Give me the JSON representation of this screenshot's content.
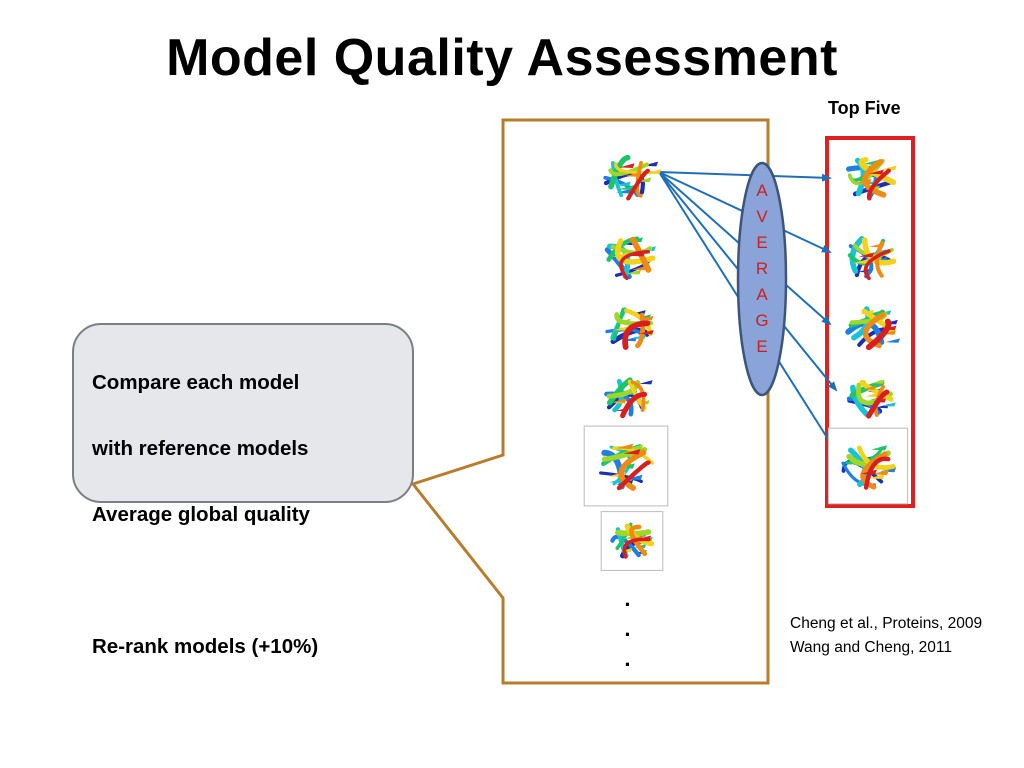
{
  "slide": {
    "title": "Model Quality Assessment",
    "top_five_label": "Top Five",
    "callout_lines": [
      "Compare each model",
      "with reference models",
      "Average global quality",
      "",
      "Re-rank models (+10%)"
    ],
    "average_letters": [
      "A",
      "V",
      "E",
      "R",
      "A",
      "G",
      "E"
    ],
    "ellipsis": [
      "·",
      "·",
      "·"
    ],
    "citations": [
      "Cheng et al., Proteins, 2009",
      "Wang and Cheng, 2011"
    ]
  },
  "colors": {
    "pool_border": "#b87d2c",
    "callout_fill": "#e6e7ea",
    "callout_border": "#7b7e85",
    "average_fill": "#8aa3d8",
    "average_border": "#3c557a",
    "average_text": "#cc1f1f",
    "top_five_border": "#e02020",
    "arrow": "#1f6fb8"
  },
  "models": {
    "pool_count": 6,
    "top_five_count": 5
  }
}
